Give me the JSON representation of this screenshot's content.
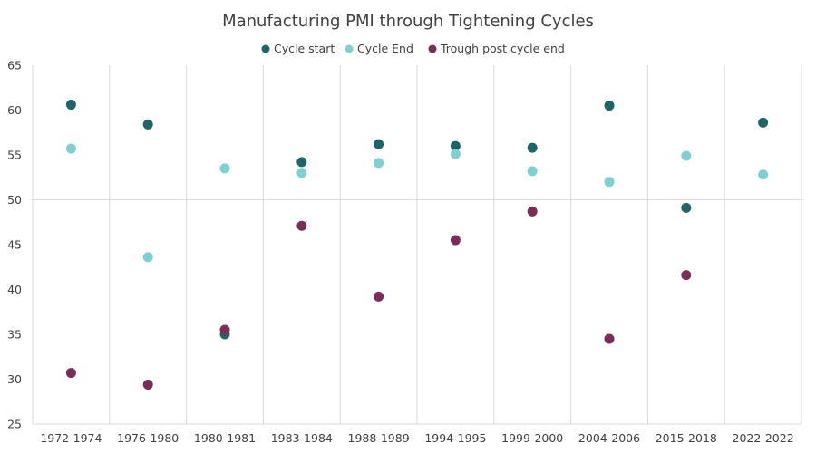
{
  "chart_data": {
    "type": "scatter",
    "title": "Manufacturing PMI through Tightening Cycles",
    "xlabel": "",
    "ylabel": "",
    "ylim": [
      25,
      65
    ],
    "yticks": [
      25,
      30,
      35,
      40,
      45,
      50,
      55,
      60,
      65
    ],
    "categories": [
      "1972-1974",
      "1976-1980",
      "1980-1981",
      "1983-1984",
      "1988-1989",
      "1994-1995",
      "1999-2000",
      "2004-2006",
      "2015-2018",
      "2022-2022"
    ],
    "grid": "horizontal line at 50 and vertical separators between categories",
    "legend": "top-center",
    "series": [
      {
        "name": "Cycle start",
        "color": "#1f6468",
        "values": [
          60.6,
          58.4,
          35.0,
          54.2,
          56.2,
          56.0,
          55.8,
          60.5,
          49.1,
          58.6
        ]
      },
      {
        "name": "Cycle End",
        "color": "#80cfd3",
        "values": [
          55.7,
          43.6,
          53.5,
          53.0,
          54.1,
          55.1,
          53.2,
          52.0,
          54.9,
          52.8
        ]
      },
      {
        "name": "Trough post cycle end",
        "color": "#7b2d5a",
        "values": [
          30.7,
          29.4,
          35.5,
          47.1,
          39.2,
          45.5,
          48.7,
          34.5,
          41.6,
          null
        ]
      }
    ]
  }
}
